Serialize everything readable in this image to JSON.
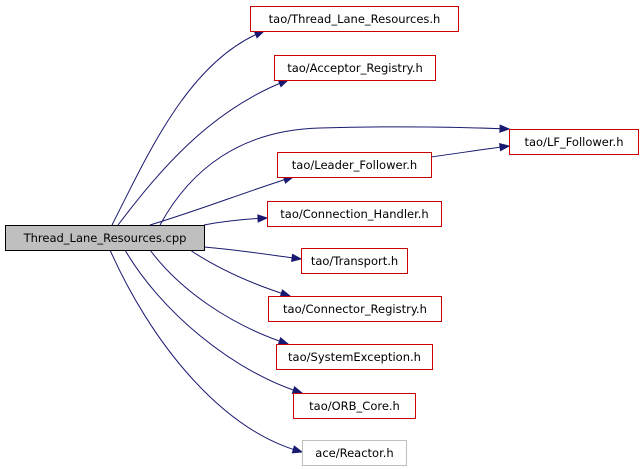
{
  "diagram": {
    "source": {
      "label": "Thread_Lane_Resources.cpp",
      "fill": "#bfbfbf",
      "border": "#000000"
    },
    "nodes": [
      {
        "id": "tlr_h",
        "label": "tao/Thread_Lane_Resources.h",
        "border": "#cc0000"
      },
      {
        "id": "acceptor",
        "label": "tao/Acceptor_Registry.h",
        "border": "#cc0000"
      },
      {
        "id": "lf_follower",
        "label": "tao/LF_Follower.h",
        "border": "#cc0000"
      },
      {
        "id": "leader_follower",
        "label": "tao/Leader_Follower.h",
        "border": "#cc0000"
      },
      {
        "id": "connection_handler",
        "label": "tao/Connection_Handler.h",
        "border": "#cc0000"
      },
      {
        "id": "transport",
        "label": "tao/Transport.h",
        "border": "#cc0000"
      },
      {
        "id": "connector",
        "label": "tao/Connector_Registry.h",
        "border": "#cc0000"
      },
      {
        "id": "system_exception",
        "label": "tao/SystemException.h",
        "border": "#cc0000"
      },
      {
        "id": "orb_core",
        "label": "tao/ORB_Core.h",
        "border": "#cc0000"
      },
      {
        "id": "reactor",
        "label": "ace/Reactor.h",
        "border": "#bfbfbf"
      }
    ],
    "edges": [
      {
        "from": "source",
        "to": "tlr_h"
      },
      {
        "from": "source",
        "to": "acceptor"
      },
      {
        "from": "source",
        "to": "lf_follower"
      },
      {
        "from": "source",
        "to": "leader_follower"
      },
      {
        "from": "leader_follower",
        "to": "lf_follower"
      },
      {
        "from": "source",
        "to": "connection_handler"
      },
      {
        "from": "source",
        "to": "transport"
      },
      {
        "from": "source",
        "to": "connector"
      },
      {
        "from": "source",
        "to": "system_exception"
      },
      {
        "from": "source",
        "to": "orb_core"
      },
      {
        "from": "source",
        "to": "reactor"
      }
    ],
    "edge_color": "#191970"
  }
}
